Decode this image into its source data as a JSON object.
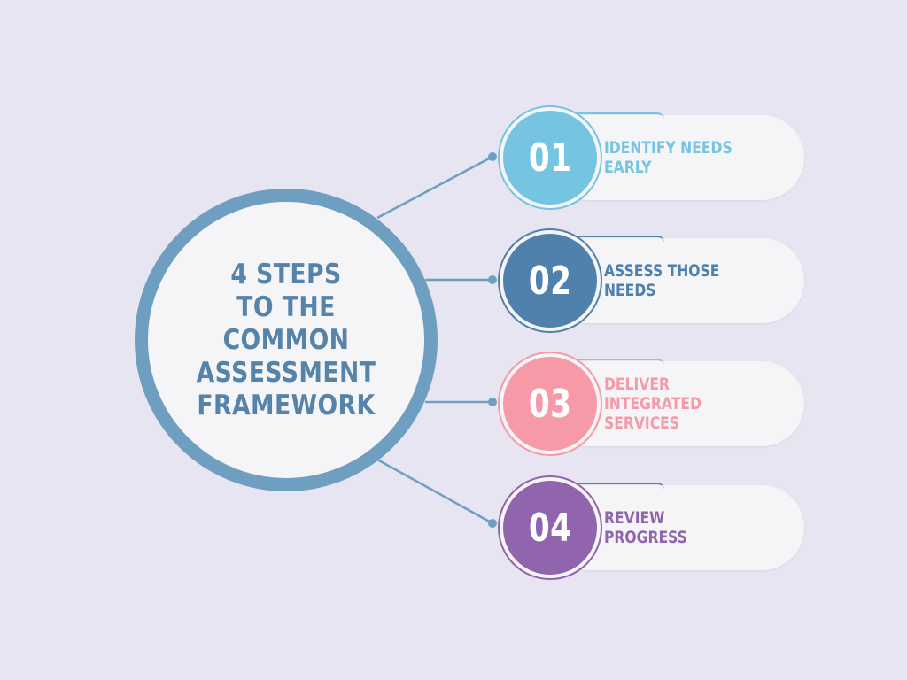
{
  "hub": {
    "title": "4 STEPS\nTO THE COMMON\nASSESSMENT\nFRAMEWORK",
    "color": "#6f9fc0",
    "text_color": "#5683aa"
  },
  "steps": [
    {
      "number": "01",
      "label": "IDENTIFY NEEDS EARLY",
      "color": "#74c4e2"
    },
    {
      "number": "02",
      "label": "ASSESS THOSE NEEDS",
      "color": "#5081ad"
    },
    {
      "number": "03",
      "label": "DELIVER INTEGRATED\nSERVICES",
      "color": "#f59aa6"
    },
    {
      "number": "04",
      "label": "REVIEW PROGRESS",
      "color": "#9065ae"
    }
  ],
  "background": "#e6e5f1",
  "connector_color": "#6f9fc0"
}
